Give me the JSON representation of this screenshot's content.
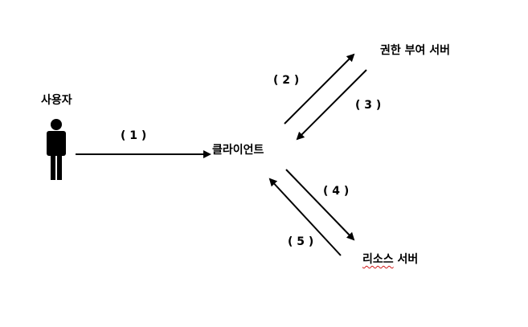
{
  "nodes": {
    "user": "사용자",
    "client": "클라이언트",
    "auth_server": "권한 부여 서버",
    "resource_server_word1": "리소스",
    "resource_server_word2": "서버"
  },
  "steps": {
    "s1": "( 1 )",
    "s2": "( 2 )",
    "s3": "( 3 )",
    "s4": "( 4 )",
    "s5": "( 5 )"
  },
  "icons": {
    "user": "person-icon"
  },
  "colors": {
    "stroke": "#000000",
    "spellcheck_underline": "#d01818"
  }
}
